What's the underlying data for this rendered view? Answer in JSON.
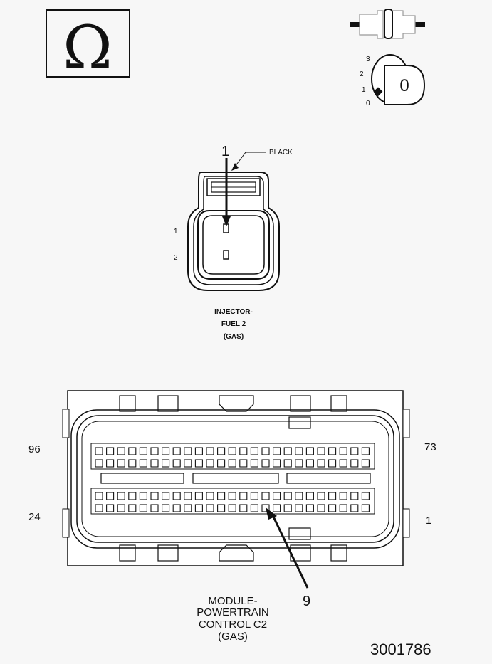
{
  "ohm_symbol": "Ω",
  "ignition_switch": {
    "positions": [
      "3",
      "2",
      "1",
      "0"
    ],
    "key_glyph": "0"
  },
  "injector_connector": {
    "callout_number": "1",
    "color_label": "BLACK",
    "pin_labels": [
      "1",
      "2"
    ],
    "caption_lines": [
      "INJECTOR-",
      "FUEL 2",
      "(GAS)"
    ]
  },
  "pcm_connector": {
    "corner_labels": {
      "top_left": "96",
      "top_right": "73",
      "bottom_left": "24",
      "bottom_right": "1"
    },
    "callout_number": "9",
    "caption_lines": [
      "MODULE-",
      "POWERTRAIN",
      "CONTROL C2",
      "(GAS)"
    ]
  },
  "figure_id": "3001786"
}
